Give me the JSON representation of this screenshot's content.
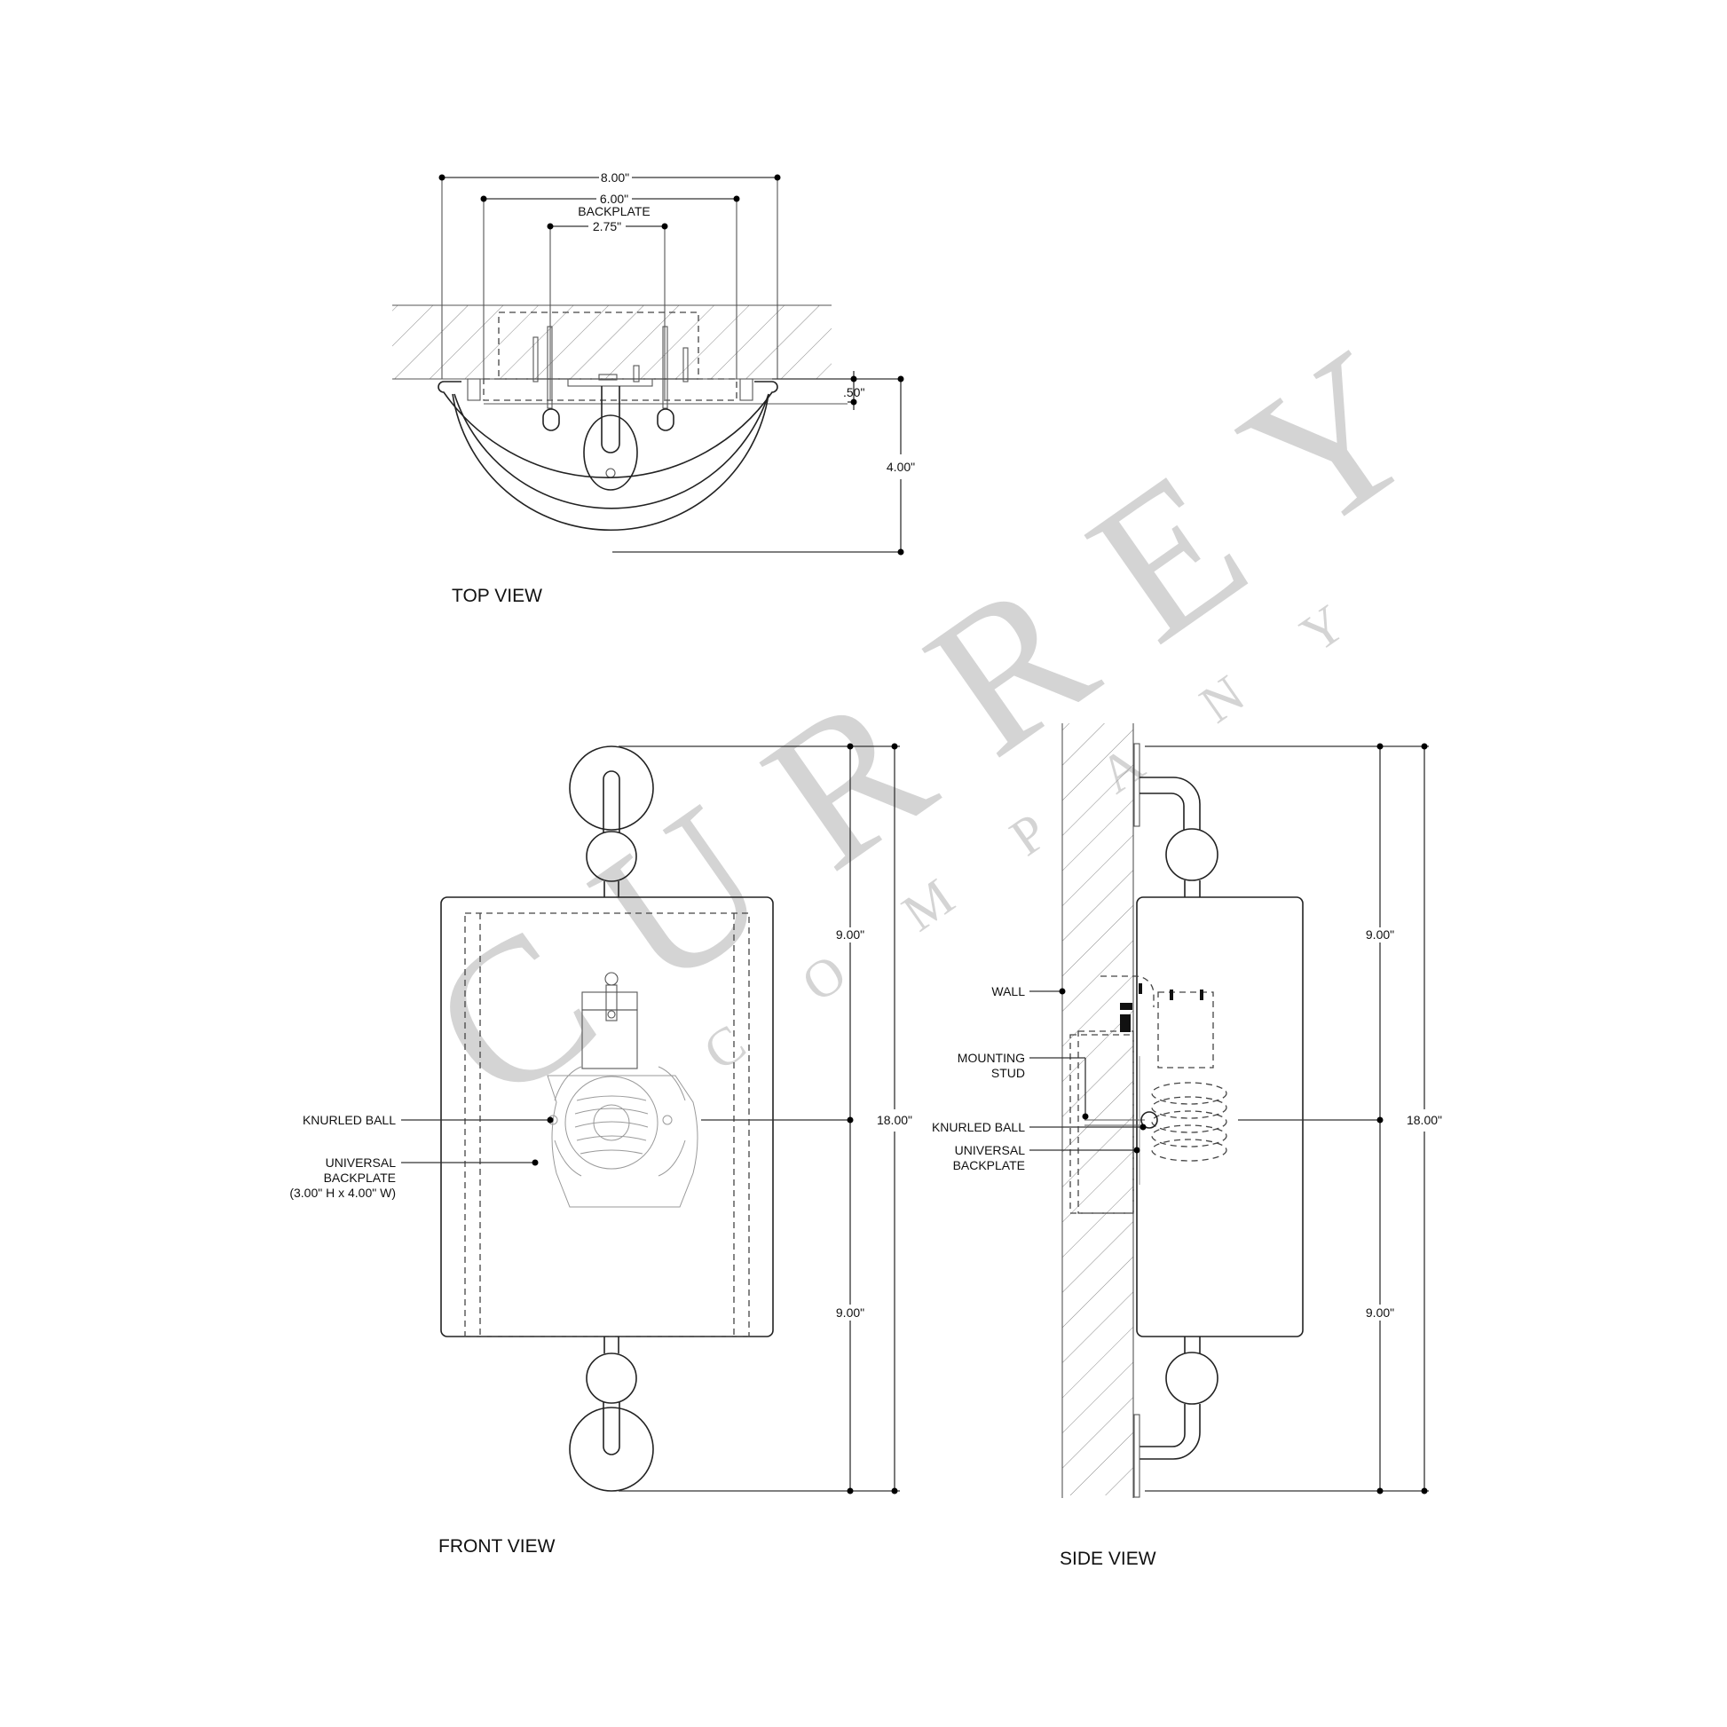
{
  "views": {
    "top": {
      "title": "TOP VIEW",
      "dims": {
        "overall_width": "8.00\"",
        "backplate_width": "6.00\"",
        "backplate_label": "BACKPLATE",
        "stud_spacing": "2.75\"",
        "backplate_depth": ".50\"",
        "overall_depth": "4.00\""
      }
    },
    "front": {
      "title": "FRONT VIEW",
      "dims": {
        "upper_half": "9.00\"",
        "lower_half": "9.00\"",
        "overall_height": "18.00\""
      },
      "callouts": {
        "knurled_ball": "KNURLED BALL",
        "backplate_line1": "UNIVERSAL",
        "backplate_line2": "BACKPLATE",
        "backplate_line3": "(3.00\" H x 4.00\" W)"
      }
    },
    "side": {
      "title": "SIDE VIEW",
      "dims": {
        "upper_half": "9.00\"",
        "lower_half": "9.00\"",
        "overall_height": "18.00\""
      },
      "callouts": {
        "wall": "WALL",
        "mounting_stud_line1": "MOUNTING",
        "mounting_stud_line2": "STUD",
        "knurled_ball": "KNURLED BALL",
        "backplate_line1": "UNIVERSAL",
        "backplate_line2": "BACKPLATE"
      }
    }
  },
  "watermark": {
    "brand": "CURREY",
    "sub": "COMPANY",
    "color": "#d4d4d4"
  }
}
